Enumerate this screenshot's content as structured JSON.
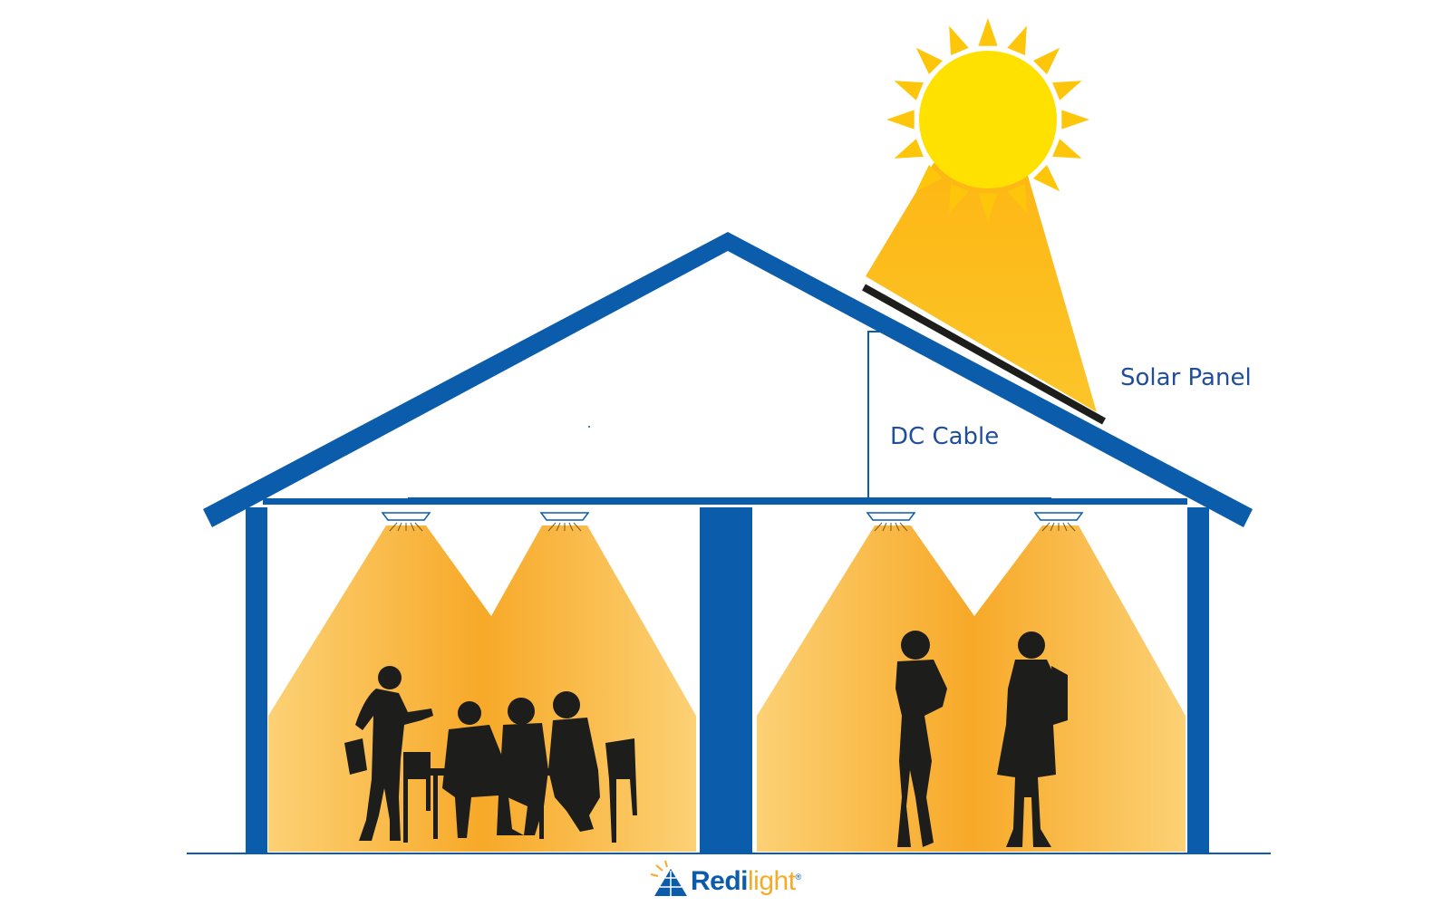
{
  "labels": {
    "solar_panel": "Solar Panel",
    "dc_cable": "DC Cable"
  },
  "logo": {
    "bold": "Redi",
    "light": "light",
    "tm": "®"
  },
  "colors": {
    "frame": "#0b5cab",
    "label_text": "#1f4e9a",
    "sun": "#ffe100",
    "sun_ray": "#fdc60b",
    "light_beam": "#f8b424",
    "silhouette": "#1d1d1b",
    "panel": "#1d1d1b"
  },
  "icons": {
    "sun": "sun-icon",
    "panel": "solar-panel-icon",
    "lamp": "ceiling-lamp-icon"
  }
}
